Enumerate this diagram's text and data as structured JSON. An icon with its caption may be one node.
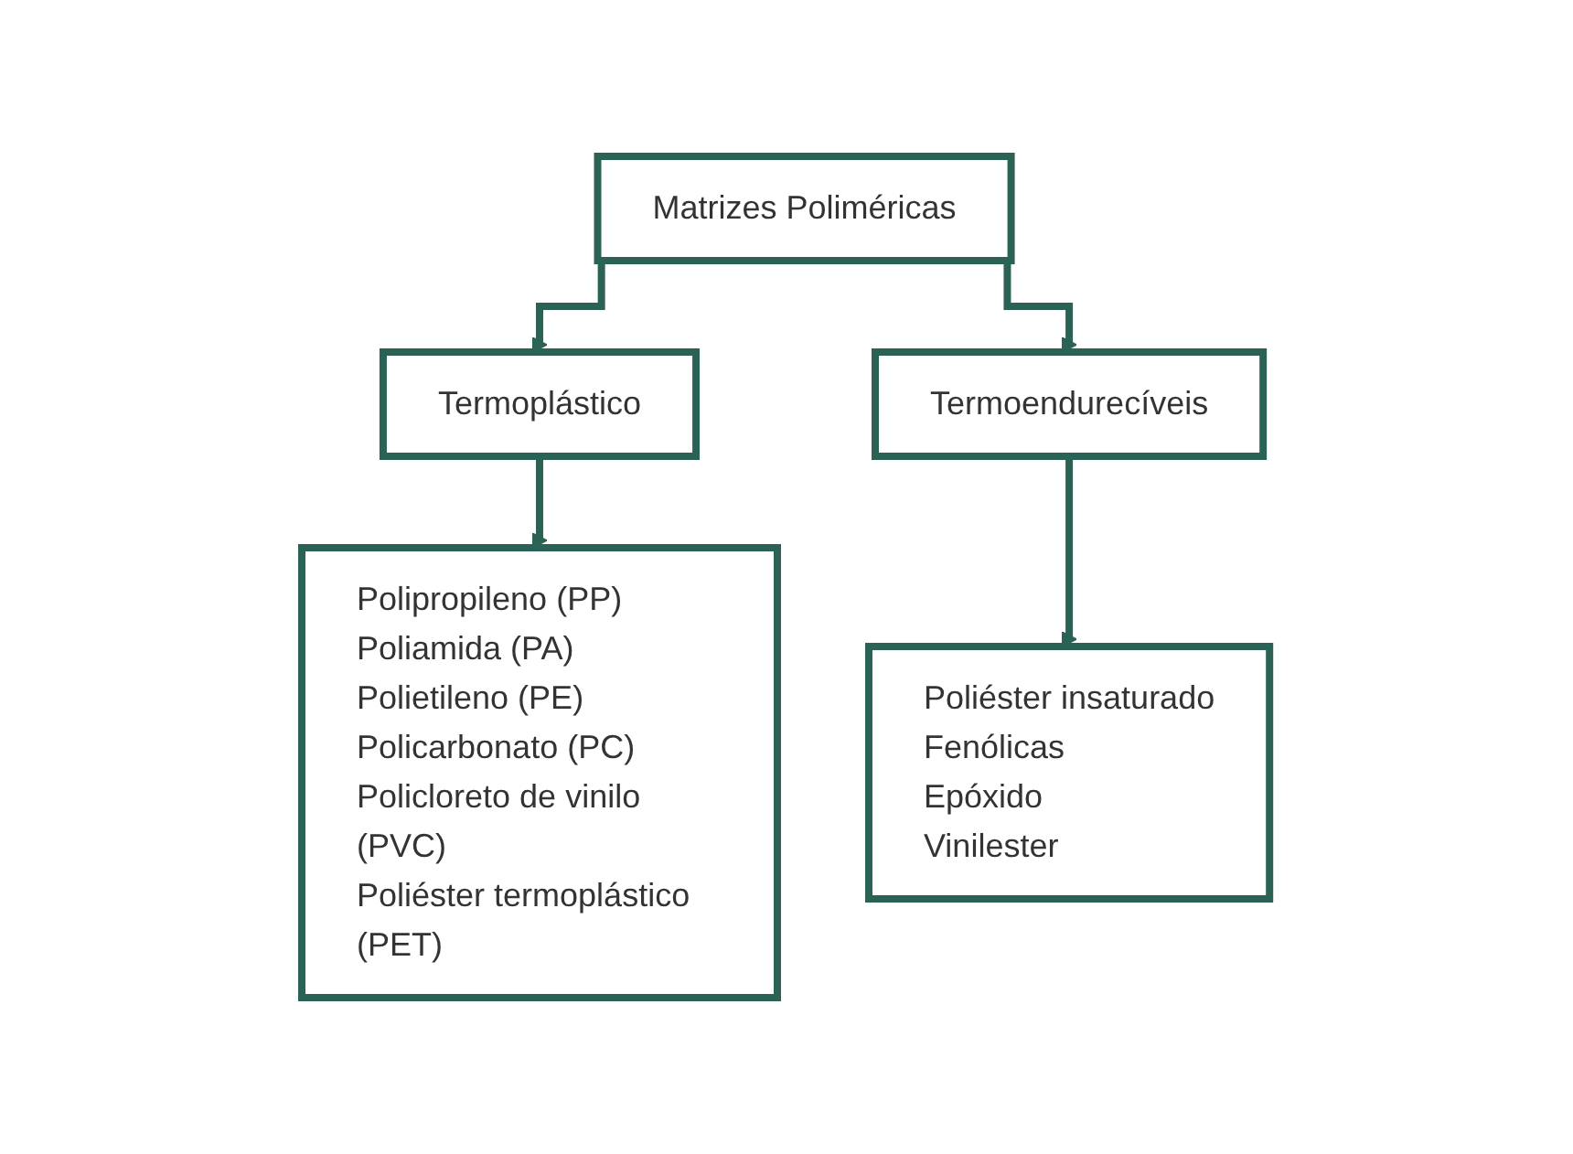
{
  "diagram": {
    "nodes": [
      {
        "text": [
          "Matrizes Poliméricas"
        ]
      },
      {
        "text": [
          "Termoplástico"
        ]
      },
      {
        "text": [
          "Termoendurecíveis"
        ]
      },
      {
        "text": [
          "Polipropileno (PP)",
          "Poliamida (PA)",
          "Polietileno (PE)",
          "Policarbonato (PC)",
          "Policloreto de vinilo (PVC)",
          "Poliéster termoplástico (PET)"
        ]
      },
      {
        "text": [
          "Poliéster insaturado",
          "Fenólicas",
          "Epóxido",
          "Vinilester"
        ]
      }
    ],
    "edges": [
      {
        "from": 0,
        "to": 1,
        "arrow": "to"
      },
      {
        "from": 0,
        "to": 2,
        "arrow": "to"
      },
      {
        "from": 1,
        "to": 3,
        "arrow": "to"
      },
      {
        "from": 2,
        "to": 4,
        "arrow": "to"
      }
    ]
  }
}
